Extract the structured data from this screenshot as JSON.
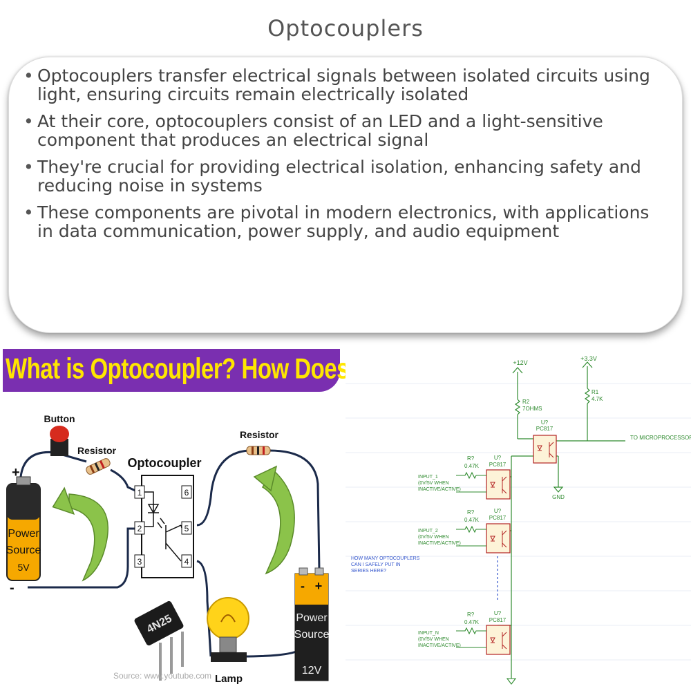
{
  "page": {
    "title": "Optocouplers"
  },
  "bullets": [
    "Optocouplers transfer electrical signals between isolated circuits using light, ensuring circuits remain electrically isolated",
    "At their core, optocouplers consist of an LED and a light-sensitive component that produces an electrical signal",
    "They're crucial for providing electrical isolation, enhancing safety and reducing noise in systems",
    "These components are pivotal in modern electronics, with applications in data communication, power supply, and audio equipment"
  ],
  "left_figure": {
    "banner": "What is Optocoupler? How Does it Work?",
    "labels": {
      "button": "Button",
      "resistor_left": "Resistor",
      "resistor_right": "Resistor",
      "optocoupler": "Optocoupler",
      "battery_5v_line1": "Power",
      "battery_5v_line2": "Source",
      "battery_5v_voltage": "5V",
      "battery_12v_line1": "Power",
      "battery_12v_line2": "Source",
      "battery_12v_voltage": "12V",
      "chip": "4N25",
      "lamp": "Lamp",
      "source": "Source: www.youtube.com",
      "plus": "+",
      "minus": "-",
      "pin1": "1",
      "pin2": "2",
      "pin3": "3",
      "pin4": "4",
      "pin5": "5",
      "pin6": "6"
    },
    "colors": {
      "banner_bg": "#7a2fb0",
      "banner_text": "#ffe600",
      "arrow": "#8bc34a"
    }
  },
  "right_figure": {
    "labels": {
      "v12": "+12V",
      "v33": "+3.3V",
      "r1": "R1",
      "r1_val": "4.7K",
      "r2": "R2",
      "r2_val": "7OHMS",
      "u_top": "U?",
      "u_top_part": "PC817",
      "to_mcu": "TO MICROPROCESSOR INPUT",
      "gnd": "GND",
      "r_in": "R?",
      "r_in_val": "0.47K",
      "u_in": "U?",
      "u_in_part": "PC817",
      "input_1": "INPUT_1",
      "input_2": "INPUT_2",
      "input_n": "INPUT_N",
      "input_desc_1": "(0V/5V WHEN",
      "input_desc_2": "INACTIVE/ACTIVE)",
      "question_1": "HOW MANY OPTOCOUPLERS",
      "question_2": "CAN I SAFELY PUT IN",
      "question_3": "SERIES HERE?"
    }
  }
}
